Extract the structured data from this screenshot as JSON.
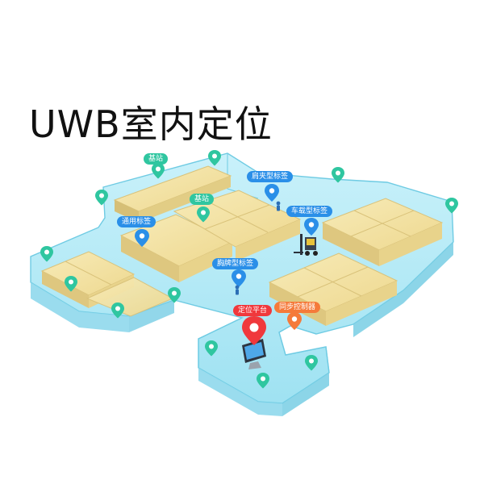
{
  "title": "UWB室内定位",
  "labels": {
    "base_station_1": "基站",
    "base_station_2": "基站",
    "shoulder_tag": "肩夹型标签",
    "vehicle_tag": "车载型标签",
    "general_tag": "通用标签",
    "badge_tag": "胸牌型标签",
    "positioning_platform": "定位平台",
    "sync_controller": "同步控制器"
  },
  "colors": {
    "tag_blue": "#2a8fe8",
    "tag_green": "#2fc6a0",
    "platform_red": "#f0383c",
    "controller_orange": "#f57a3a",
    "floor": "#aee9f5",
    "wall": "#7fd3ea",
    "crate": "#f3e3a3"
  }
}
